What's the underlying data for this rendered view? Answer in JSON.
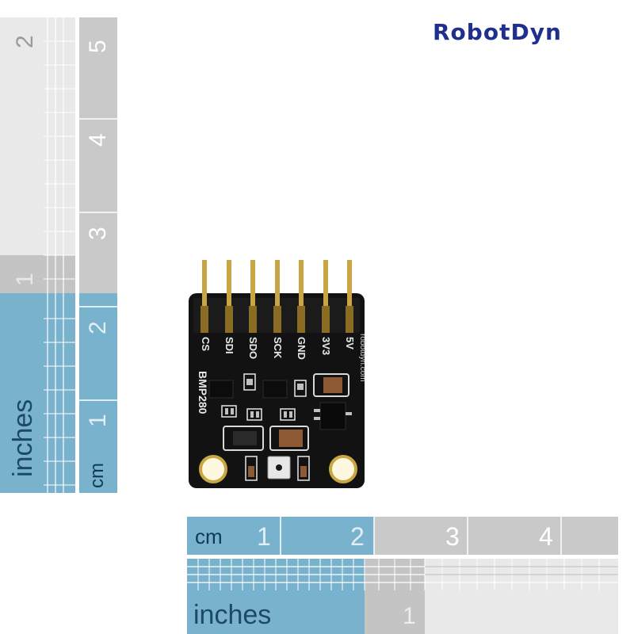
{
  "brand": {
    "logo_text": "RobotDyn",
    "logo_color": "#1f2f8e"
  },
  "board": {
    "model": "BMP280",
    "website": "robotdyn.com",
    "pins": [
      "CS",
      "SDI",
      "SDO",
      "SCK",
      "GND",
      "3V3",
      "5V"
    ]
  },
  "ruler_vertical": {
    "cm_label": "cm",
    "inch_label": "inches",
    "cm_numbers": [
      "1",
      "2",
      "3",
      "4",
      "5"
    ],
    "inch_numbers": [
      "1",
      "2"
    ]
  },
  "ruler_horizontal": {
    "cm_label": "cm",
    "inch_label": "inches",
    "cm_numbers": [
      "1",
      "2",
      "3",
      "4"
    ],
    "inch_numbers": [
      "1"
    ]
  },
  "colors": {
    "ruler_blue": "#79b2cd",
    "ruler_gray": "#c9c9c9",
    "pcb": "#111111",
    "gold": "#c9a544"
  }
}
